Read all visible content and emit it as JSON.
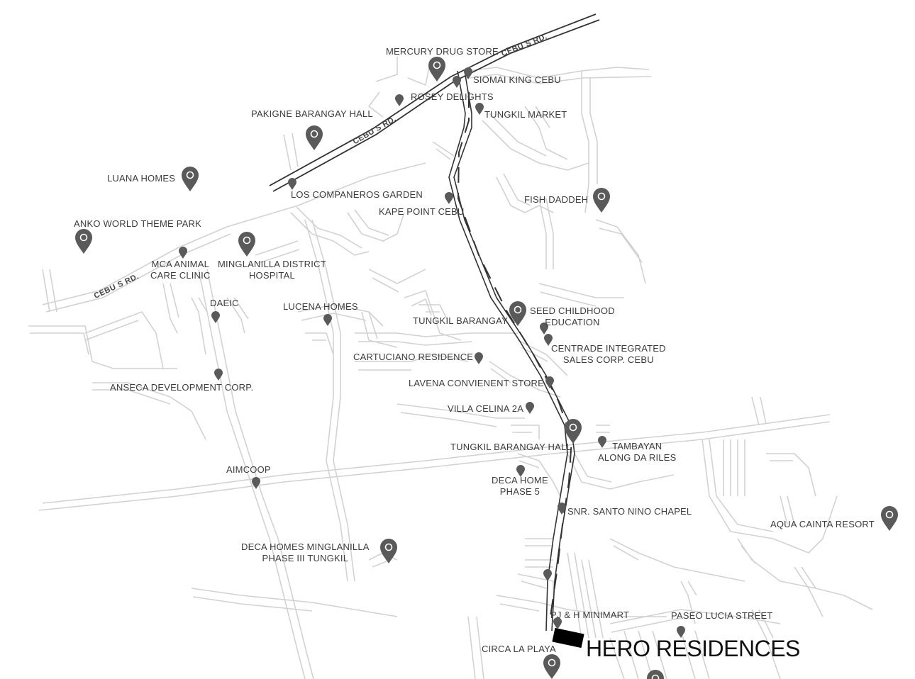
{
  "roads": {
    "cebu_s_rd_1": "CEBU S RD.",
    "cebu_s_rd_2": "CEBU S RD.",
    "cebu_s_rd_3": "CEBU S RD."
  },
  "places": {
    "mercury_drug": "MERCURY DRUG STORE",
    "siomai_king": "SIOMAI KING CEBU",
    "rosey_delights": "ROSEY DELIGHTS",
    "tungkil_market": "TUNGKIL MARKET",
    "pakigne_barangay_hall": "PAKIGNE BARANGAY HALL",
    "luana_homes": "LUANA HOMES",
    "los_companeros": "LOS COMPANEROS GARDEN",
    "kape_point": "KAPE POINT CEBU",
    "fish_daddeh": "FISH DADDEH",
    "anko_world": "ANKO WORLD THEME PARK",
    "mca_animal": "MCA ANIMAL\nCARE CLINIC",
    "minglanilla_hospital": "MINGLANILLA DISTRICT\nHOSPITAL",
    "daeic": "DAEIC",
    "lucena_homes": "LUCENA HOMES",
    "tungkil_barangay": "TUNGKIL BARANGAY",
    "seed_childhood": "SEED CHILDHOOD\nEDUCATION",
    "centrade": "CENTRADE INTEGRATED\nSALES CORP. CEBU",
    "cartuciano": "CARTUCIANO RESIDENCE",
    "anseca": "ANSECA DEVELOPMENT CORP.",
    "lavena": "LAVENA CONVIENENT STORE",
    "villa_celina": "VILLA CELINA 2A",
    "tungkil_barangay_hall": "TUNGKIL BARANGAY HALL",
    "tambayan": "TAMBAYAN\nALONG DA RILES",
    "aimcoop": "AIMCOOP",
    "deca_home_5": "DECA HOME\nPHASE 5",
    "santo_nino": "SNR. SANTO NINO CHAPEL",
    "aqua_cainta": "AQUA CAINTA RESORT",
    "deca_homes_3": "DECA HOMES MINGLANILLA\nPHASE III TUNGKIL",
    "pj_h_minimart": "PJ & H MINIMART",
    "paseo_lucia": "PASEO LUCIA STREET",
    "circa_la_playa": "CIRCA LA PLAYA"
  },
  "destination": "HERO RESIDENCES",
  "colors": {
    "minor_road": "#d2d2d2",
    "main_road": "#333333",
    "pin": "#5a5a5a",
    "label": "#3c3c3c",
    "destination_block": "#000000"
  },
  "icons": {
    "large_pin": "map-pin-icon",
    "small_pin": "small-map-pin-icon",
    "destination_marker": "destination-block-icon"
  }
}
